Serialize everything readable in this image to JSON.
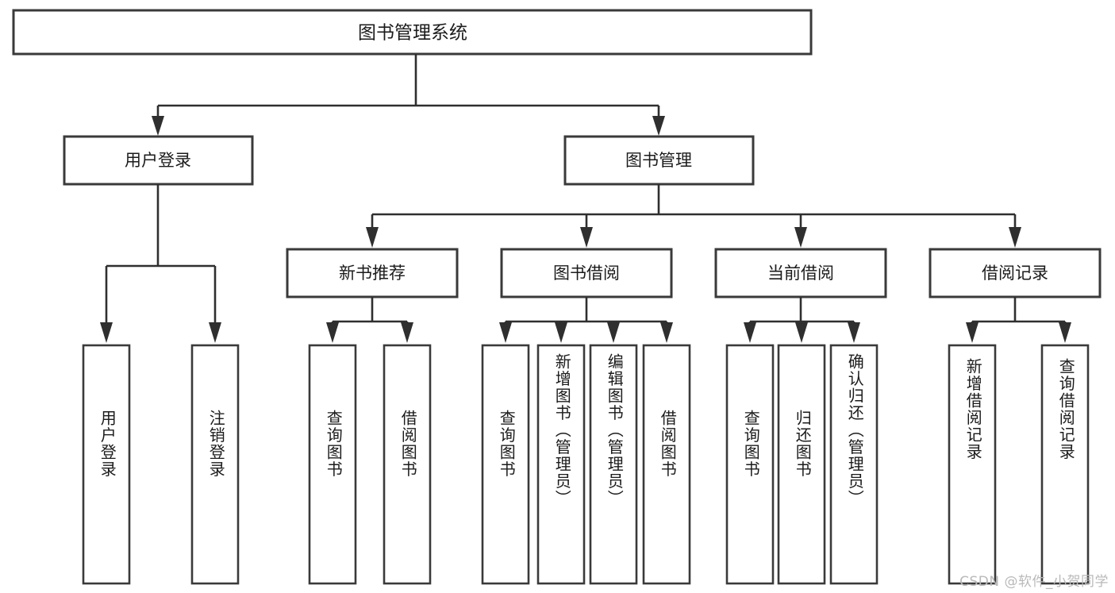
{
  "diagram": {
    "type": "tree-hierarchy",
    "title": "图书管理系统",
    "root": {
      "label": "图书管理系统",
      "children": [
        {
          "label": "用户登录",
          "children": [
            {
              "label": "用户登录"
            },
            {
              "label": "注销登录"
            }
          ]
        },
        {
          "label": "图书管理",
          "children": [
            {
              "label": "新书推荐",
              "children": [
                {
                  "label": "查询图书"
                },
                {
                  "label": "借阅图书"
                }
              ]
            },
            {
              "label": "图书借阅",
              "children": [
                {
                  "label": "查询图书"
                },
                {
                  "label": "新增图书（管理员）"
                },
                {
                  "label": "编辑图书（管理员）"
                },
                {
                  "label": "借阅图书"
                }
              ]
            },
            {
              "label": "当前借阅",
              "children": [
                {
                  "label": "查询图书"
                },
                {
                  "label": "归还图书"
                },
                {
                  "label": "确认归还（管理员）"
                }
              ]
            },
            {
              "label": "借阅记录",
              "children": [
                {
                  "label": "新增借阅记录"
                },
                {
                  "label": "查询借阅记录"
                }
              ]
            }
          ]
        }
      ]
    },
    "nodes": {
      "root_title": "图书管理系统",
      "l1_user_login": "用户登录",
      "l1_book_mgmt": "图书管理",
      "l2_new_book_rec": "新书推荐",
      "l2_book_borrow": "图书借阅",
      "l2_current_borrow": "当前借阅",
      "l2_borrow_record": "借阅记录",
      "leaf_user_login": "用户登录",
      "leaf_logout": "注销登录",
      "leaf_rec_query_book": "查询图书",
      "leaf_rec_borrow_book": "借阅图书",
      "leaf_bb_query_book": "查询图书",
      "leaf_bb_add_book": "新增图书（管理员）",
      "leaf_bb_edit_book": "编辑图书（管理员）",
      "leaf_bb_borrow_book": "借阅图书",
      "leaf_cb_query_book": "查询图书",
      "leaf_cb_return_book": "归还图书",
      "leaf_cb_confirm_return": "确认归还（管理员）",
      "leaf_br_add_record": "新增借阅记录",
      "leaf_br_query_record": "查询借阅记录"
    },
    "colors": {
      "box_stroke": "#3a3a3a",
      "connector": "#2f2f2f",
      "text": "#1b1b1b",
      "background": "#ffffff",
      "watermark": "#b9b9b9"
    }
  },
  "watermark": {
    "text": "CSDN @软件_小贺同学"
  }
}
